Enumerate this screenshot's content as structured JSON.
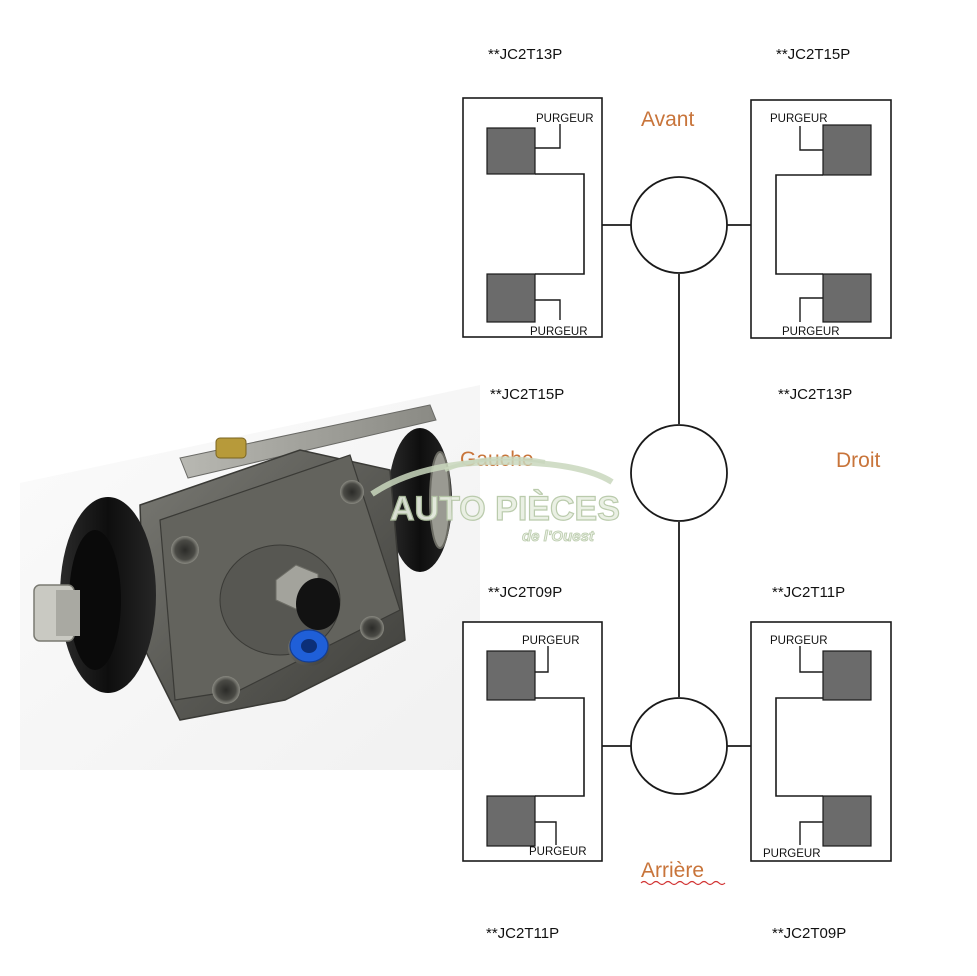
{
  "colors": {
    "axle_label": "#c8743a",
    "cylinder_fill": "#6b6b6b",
    "line": "#1a1a1a",
    "part_body": "#5b5b56",
    "rubber_boot": "#141414",
    "bleeder_cap": "#1f5fd8",
    "watermark": "#b5c7a6"
  },
  "axles": {
    "front": "Avant",
    "rear": "Arrière",
    "left": "Gauche",
    "right": "Droit"
  },
  "bleeder_label": "PURGEUR",
  "wheels": {
    "front_left": {
      "upper_ref": "**JC2T13P",
      "lower_ref": "**JC2T15P"
    },
    "front_right": {
      "upper_ref": "**JC2T15P",
      "lower_ref": "**JC2T13P"
    },
    "rear_left": {
      "upper_ref": "**JC2T09P",
      "lower_ref": "**JC2T11P"
    },
    "rear_right": {
      "upper_ref": "**JC2T11P",
      "lower_ref": "**JC2T09P"
    }
  },
  "watermark": {
    "brand": "AUTO PIÈCES",
    "subtitle": "de l'Ouest"
  },
  "photo": {
    "subject": "wheel-brake-cylinder"
  }
}
